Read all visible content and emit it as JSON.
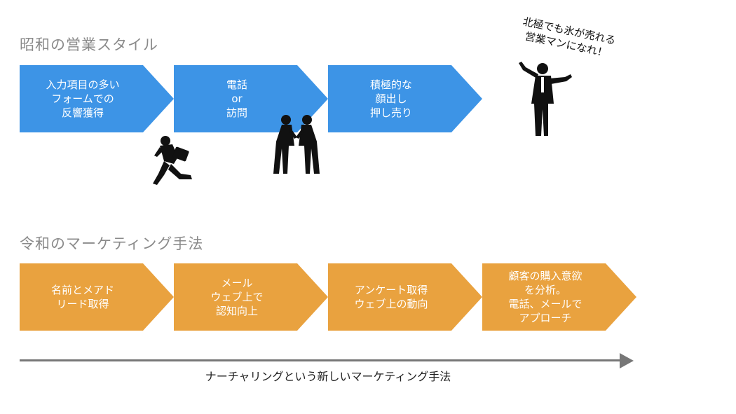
{
  "showa": {
    "title": "昭和の営業スタイル",
    "steps": [
      {
        "label": "入力項目の多い\nフォームでの\n反響獲得"
      },
      {
        "label": "電話\nor\n訪問"
      },
      {
        "label": "積極的な\n顔出し\n押し売り"
      }
    ],
    "speech": "北極でも氷が売れる\n営業マンになれ！",
    "figures": [
      "running-salesman-icon",
      "bowing-businessmen-icon",
      "presenting-salesman-icon"
    ]
  },
  "reiwa": {
    "title": "令和のマーケティング手法",
    "steps": [
      {
        "label": "名前とメアド\nリード取得"
      },
      {
        "label": "メール\nウェブ上で\n認知向上"
      },
      {
        "label": "アンケート取得\nウェブ上の動向"
      },
      {
        "label": "顧客の購入意欲\nを分析。\n電話、メールで\nアプローチ"
      }
    ]
  },
  "timeline": {
    "label": "ナーチャリングという新しいマーケティング手法"
  },
  "colors": {
    "showa_accent": "#3d94e6",
    "reiwa_accent": "#e9a23f",
    "title_gray": "#8a8a8a",
    "arrow_gray": "#777777"
  }
}
